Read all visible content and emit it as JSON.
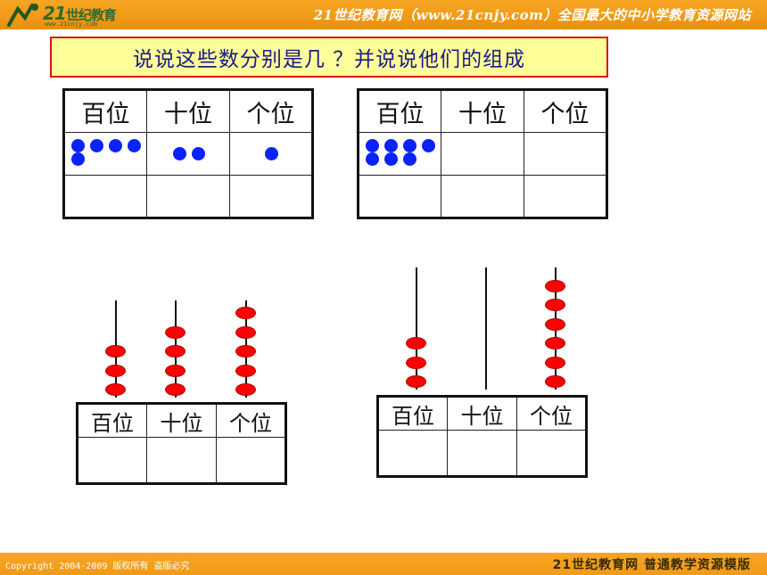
{
  "header": {
    "logo_main": "21",
    "logo_cn": "世纪教育",
    "logo_sub": "www.21cnjy.com",
    "slogan": "21世纪教育网（www.21cnjy.com）全国最大的中小学教育资源网站"
  },
  "title": "说说这些数分别是几 ？并说说他们的组成",
  "place_headers": [
    "百位",
    "十位",
    "个位"
  ],
  "tables_top": [
    {
      "id": "table-1",
      "counts": [
        5,
        2,
        1
      ]
    },
    {
      "id": "table-2",
      "counts": [
        7,
        0,
        0
      ]
    }
  ],
  "abacus": [
    {
      "id": "abacus-1",
      "beads": [
        3,
        4,
        5
      ]
    },
    {
      "id": "abacus-2",
      "beads": [
        3,
        0,
        6
      ]
    }
  ],
  "footer": {
    "copyright": "Copyright 2004-2009 版权所有 盗版必究",
    "brand": "21世纪教育网  普通教学资源模版"
  },
  "colors": {
    "bar_orange": "#f09a18",
    "title_bg": "#ffff99",
    "title_border": "#e0120c",
    "title_text": "#1a1a8a",
    "dot_blue": "#0a22ff",
    "bead_red": "#ff0000"
  }
}
